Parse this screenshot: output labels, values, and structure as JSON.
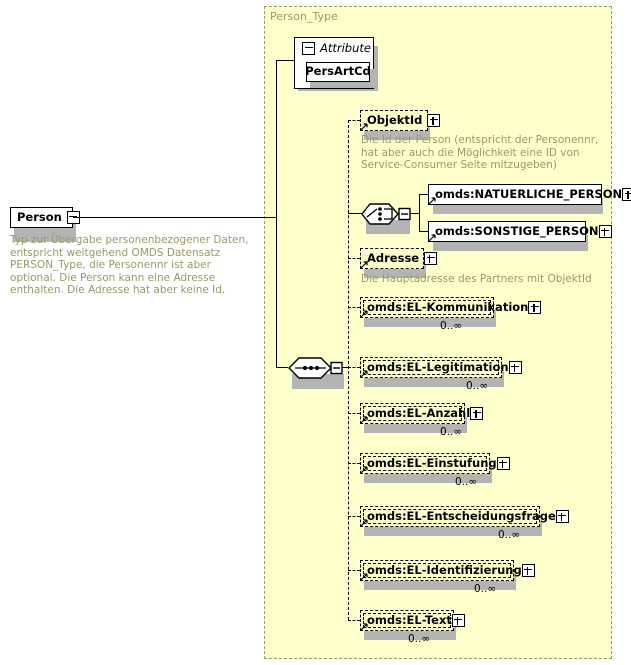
{
  "diagram": {
    "kind": "xsd-schema-diagram",
    "root_element": {
      "name": "Person",
      "expander": "minus",
      "annotation": "Typ zur Übergabe personenbezogener Daten, entspricht weitgehend OMDS Datensatz PERSON_Type, die Personennr ist aber optional. Die Person kann eine Adresse enthalten. Die Adresse hat aber keine Id."
    },
    "type_container": {
      "label": "Person_Type",
      "background": "#ffffcc",
      "border_color": "#999966"
    },
    "attribute_group": {
      "label": "Attribute",
      "expander": "minus",
      "attributes": [
        {
          "name": "PersArtCd"
        }
      ]
    },
    "compositors": [
      {
        "id": "choice-node",
        "kind": "choice",
        "expander": "minus"
      },
      {
        "id": "sequence-node",
        "kind": "sequence",
        "expander": "minus"
      }
    ],
    "children": [
      {
        "name": "ObjektId",
        "expander": "plus",
        "style": "optional",
        "cardinality": "",
        "annotation": "Die Id der Person (entspricht der Personennr, hat aber auch die Möglichkeit eine ID von Service-Consumer Seite mitzugeben)"
      },
      {
        "name": "omds:NATUERLICHE_PERSON",
        "expander": "plus",
        "style": "solid",
        "cardinality": "",
        "annotation": ""
      },
      {
        "name": "omds:SONSTIGE_PERSON",
        "expander": "plus",
        "style": "solid",
        "cardinality": "",
        "annotation": ""
      },
      {
        "name": "Adresse",
        "expander": "plus",
        "style": "optional",
        "cardinality": "",
        "annotation": "Die Hauptadresse des Partners mit ObjektId"
      },
      {
        "name": "omds:EL-Kommunikation",
        "expander": "plus",
        "style": "repeat",
        "cardinality": "0..∞",
        "annotation": ""
      },
      {
        "name": "omds:EL-Legitimation",
        "expander": "plus",
        "style": "repeat",
        "cardinality": "0..∞",
        "annotation": ""
      },
      {
        "name": "omds:EL-Anzahl",
        "expander": "plus",
        "style": "repeat",
        "cardinality": "0..∞",
        "annotation": ""
      },
      {
        "name": "omds:EL-Einstufung",
        "expander": "plus",
        "style": "repeat",
        "cardinality": "0..∞",
        "annotation": ""
      },
      {
        "name": "omds:EL-Entscheidungsfrage",
        "expander": "plus",
        "style": "repeat",
        "cardinality": "0..∞",
        "annotation": ""
      },
      {
        "name": "omds:EL-Identifizierung",
        "expander": "plus",
        "style": "repeat",
        "cardinality": "0..∞",
        "annotation": ""
      },
      {
        "name": "omds:EL-Text",
        "expander": "plus",
        "style": "repeat",
        "cardinality": "0..∞",
        "annotation": ""
      }
    ]
  }
}
